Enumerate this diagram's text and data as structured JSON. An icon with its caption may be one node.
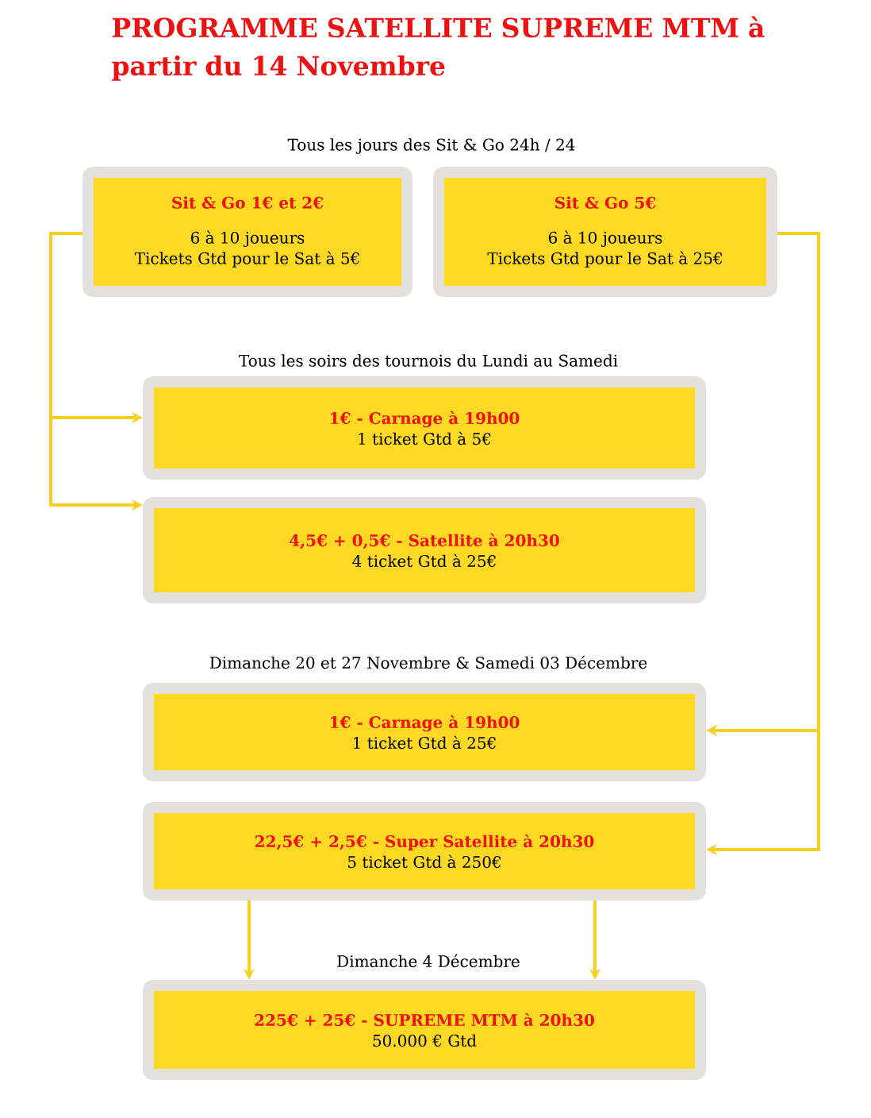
{
  "diagram": {
    "title": "PROGRAMME SATELLITE SUPREME MTM à partir du 14 Novembre",
    "nodes": [
      {
        "text": [
          "Sit & Go 1€ et 2€",
          "6 à 10 joueurs",
          "Tickets Gtd pour le Sat à 5€"
        ]
      },
      {
        "text": [
          "Sit & Go 5€",
          "6 à 10 joueurs",
          "Tickets Gtd pour le Sat à 25€"
        ]
      },
      {
        "text": [
          "1€ - Carnage à 19h00",
          "1 ticket Gtd à 5€"
        ]
      },
      {
        "text": [
          "4,5€ + 0,5€ - Satellite à 20h30",
          "4 ticket Gtd à 25€"
        ]
      },
      {
        "text": [
          "1€ - Carnage à 19h00",
          "1 ticket Gtd à 25€"
        ]
      },
      {
        "text": [
          "22,5€ + 2,5€ - Super Satellite à 20h30",
          "5 ticket Gtd à 250€"
        ]
      },
      {
        "text": [
          "225€ + 25€ - SUPREME MTM à 20h30",
          "50.000 € Gtd"
        ]
      }
    ],
    "edges": [
      {
        "from": 0,
        "to": 2,
        "arrow": "to"
      },
      {
        "from": 0,
        "to": 3,
        "arrow": "to"
      },
      {
        "from": 1,
        "to": 4,
        "arrow": "to"
      },
      {
        "from": 1,
        "to": 5,
        "arrow": "to"
      },
      {
        "from": 5,
        "to": 6,
        "arrow": "to"
      },
      {
        "from": 5,
        "to": 6,
        "arrow": "to"
      }
    ],
    "labels": [
      "Tous les jours des Sit & Go 24h / 24",
      "Tous les soirs des tournois du Lundi au Samedi",
      "Dimanche 20 et 27 Novembre & Samedi 03 Décembre",
      "Dimanche 4 Décembre"
    ]
  }
}
